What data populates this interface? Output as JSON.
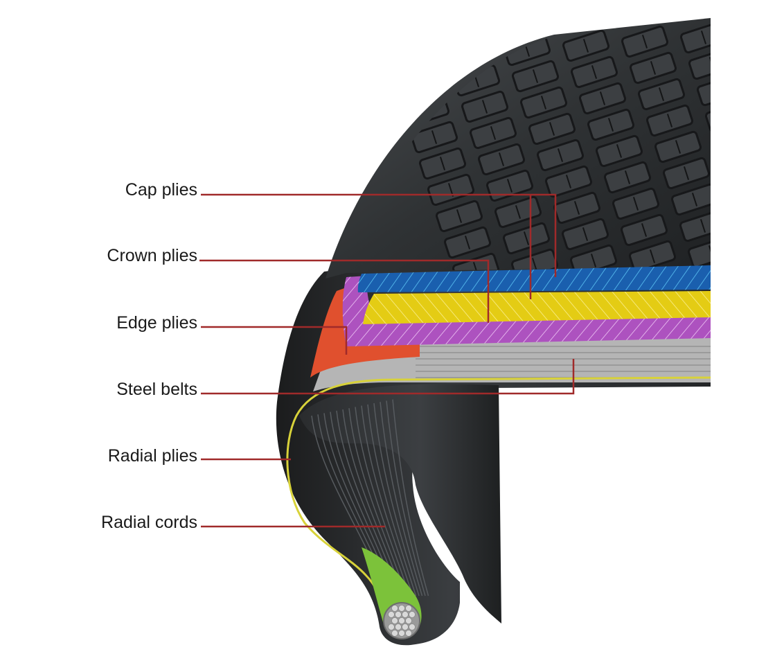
{
  "labels": {
    "cap_plies": "Cap plies",
    "crown_plies": "Crown plies",
    "edge_plies": "Edge plies",
    "steel_belts": "Steel belts",
    "radial_plies": "Radial plies",
    "radial_cords": "Radial cords"
  },
  "colors": {
    "leader_line": "#a02a2a",
    "cap_plies": "#1a5fae",
    "crown_plies": "#e9d21a",
    "edge_plies": "#b257c2",
    "edge_strip": "#e0502e",
    "steel_belts": "#b5b5b5",
    "radial_ply_line": "#d8d23a",
    "bead_filler": "#7cc23a",
    "rubber": "#2a2c2e"
  }
}
